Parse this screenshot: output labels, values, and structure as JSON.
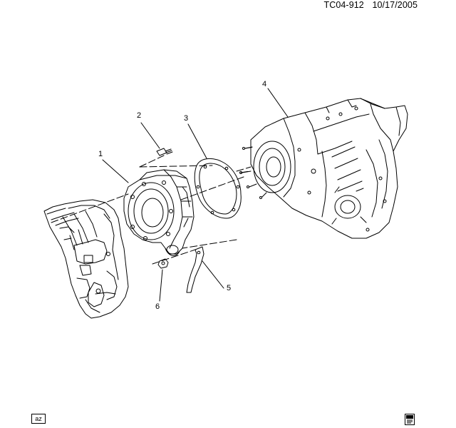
{
  "header": {
    "figure_id": "TC04-912",
    "date": "10/17/2005"
  },
  "callouts": [
    {
      "label": "1"
    },
    {
      "label": "2"
    },
    {
      "label": "3"
    },
    {
      "label": "4"
    },
    {
      "label": "5"
    },
    {
      "label": "6"
    }
  ],
  "footer": {
    "badge_text": "az",
    "icon": "manual-book-icon"
  }
}
